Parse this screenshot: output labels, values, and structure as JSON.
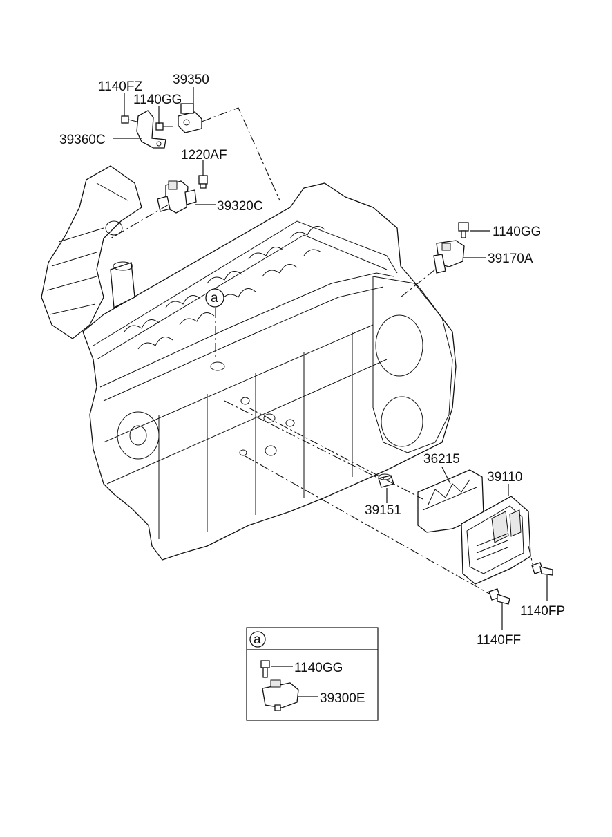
{
  "callouts": {
    "p1140FZ": "1140FZ",
    "p39350": "39350",
    "p1140GG_top": "1140GG",
    "p39360C": "39360C",
    "p1220AF": "1220AF",
    "p39320C": "39320C",
    "p1140GG_right": "1140GG",
    "p39170A": "39170A",
    "p36215": "36215",
    "p39110": "39110",
    "p39151": "39151",
    "p1140FP": "1140FP",
    "p1140FF": "1140FF"
  },
  "detail_a": {
    "marker": "a",
    "p1140GG": "1140GG",
    "p39300E": "39300E"
  },
  "marker_on_engine": "a"
}
